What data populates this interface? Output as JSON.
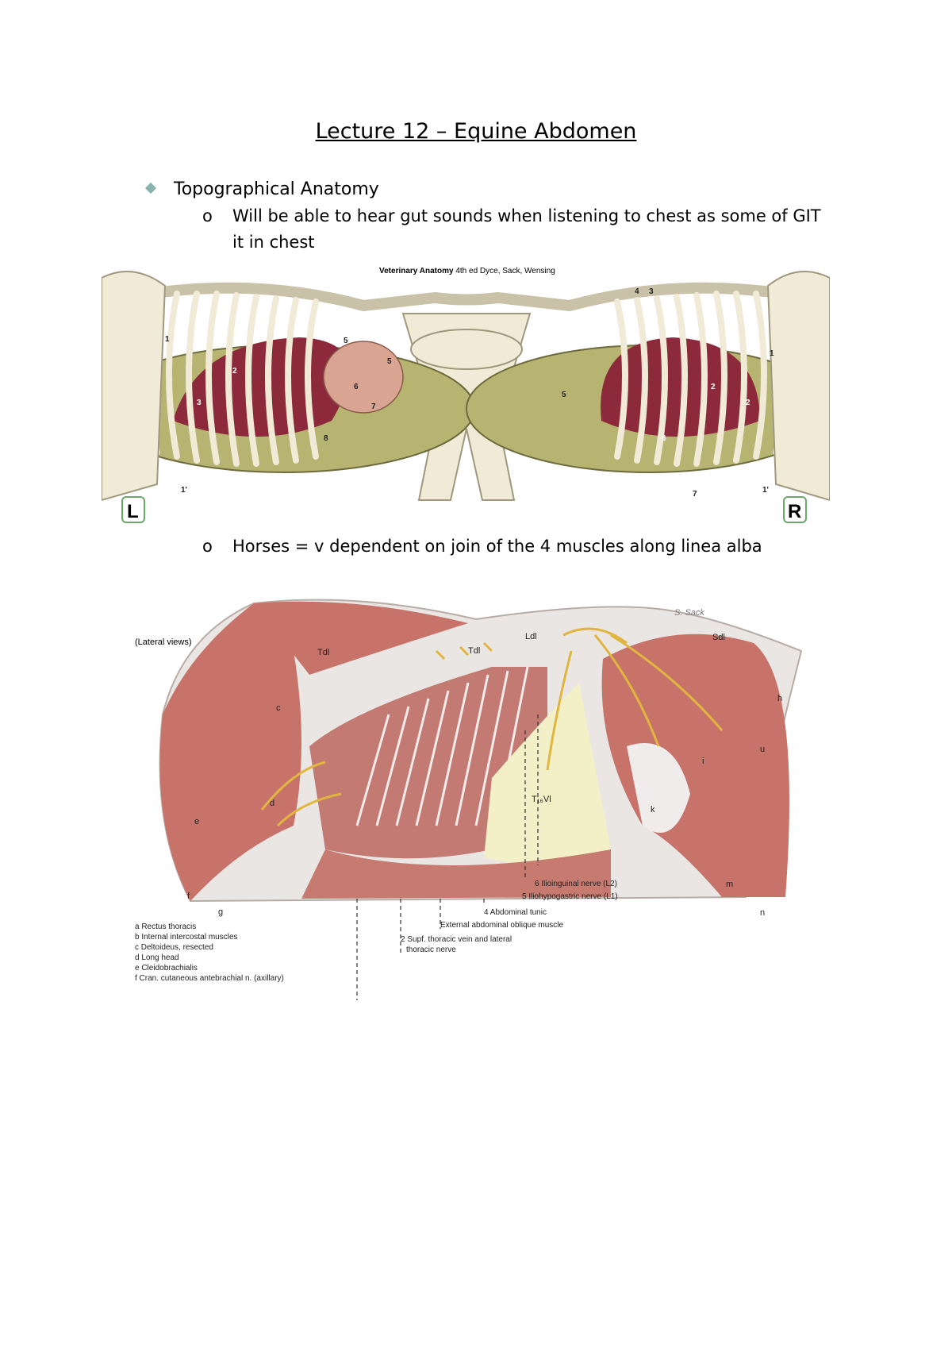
{
  "document": {
    "title": "Lecture 12 – Equine Abdomen",
    "bullet_main": "Topographical Anatomy",
    "sub_bullet_1": "Will be able to hear gut sounds when listening to chest as some of GIT it in chest",
    "sub_bullet_2": "Horses = v dependent on join of the 4 muscles along linea alba"
  },
  "figure1": {
    "caption_bold": "Veterinary Anatomy",
    "caption_rest": " 4th ed Dyce, Sack, Wensing",
    "left_label": "L",
    "right_label": "R",
    "left_numbers": [
      "1",
      "2",
      "3",
      "5",
      "5",
      "6",
      "7",
      "8",
      "1'"
    ],
    "right_numbers": [
      "4",
      "3",
      "1",
      "2",
      "2",
      "5",
      "6",
      "7",
      "1'"
    ]
  },
  "figure2": {
    "view_label": "(Lateral views)",
    "artist": "S. Sack",
    "letters": [
      "c",
      "d",
      "e",
      "f",
      "g",
      "h",
      "i",
      "k",
      "m",
      "n",
      "u"
    ],
    "nerve_labels": [
      "Tdl",
      "Tdl",
      "Ldl",
      "Sdl",
      "T₁₆Vl"
    ],
    "legend_left": [
      "a  Rectus thoracis",
      "b  Internal intercostal muscles",
      "c  Deltoideus, resected",
      "d  Long head",
      "e  Cleidobrachialis",
      "f  Cran. cutaneous antebrachial n. (axillary)"
    ],
    "callouts": [
      "6  Ilioinguinal nerve (L2)",
      "5  Iliohypogastric nerve (L1)",
      "4  Abdominal tunic",
      "External abdominal oblique muscle",
      "2  Supf. thoracic vein and lateral",
      "thoracic nerve"
    ]
  },
  "colors": {
    "bullet_diamond": "#8ab3b0",
    "bone": "#f0ead6",
    "lung": "#8c2a3c",
    "intestine": "#b7b472",
    "muscle": "#c8736a",
    "nerve": "#e0b640"
  }
}
